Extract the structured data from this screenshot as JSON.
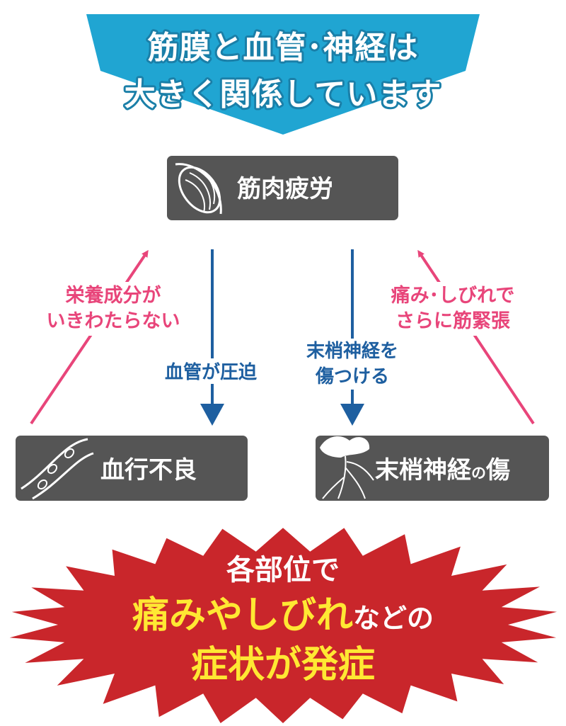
{
  "colors": {
    "banner": "#20a5d2",
    "box": "#555555",
    "pink": "#e8457a",
    "blue": "#1e5fa0",
    "burst": "#c9262b",
    "highlight": "#ffe833"
  },
  "title": {
    "line1": "筋膜と血管･神経は",
    "line2": "大きく関係しています"
  },
  "nodes": {
    "fatigue": {
      "label": "筋肉疲労",
      "icon": "muscle-icon"
    },
    "blood": {
      "label": "血行不良",
      "icon": "blood-vessel-icon"
    },
    "nerve": {
      "label": "末梢神経",
      "label_suffix": "の",
      "label_end": "傷",
      "icon": "nerve-cell-icon"
    }
  },
  "edges": {
    "left_up": {
      "line1": "栄養成分が",
      "line2": "いきわたらない"
    },
    "left_down": {
      "line1": "血管が圧迫"
    },
    "right_down": {
      "line1": "末梢神経を",
      "line2": "傷つける"
    },
    "right_up": {
      "line1": "痛み･しびれで",
      "line2": "さらに筋緊張"
    }
  },
  "result": {
    "line1": "各部位で",
    "line2_highlight": "痛みやしびれ",
    "line2_rest": "などの",
    "line3": "症状が発症"
  }
}
